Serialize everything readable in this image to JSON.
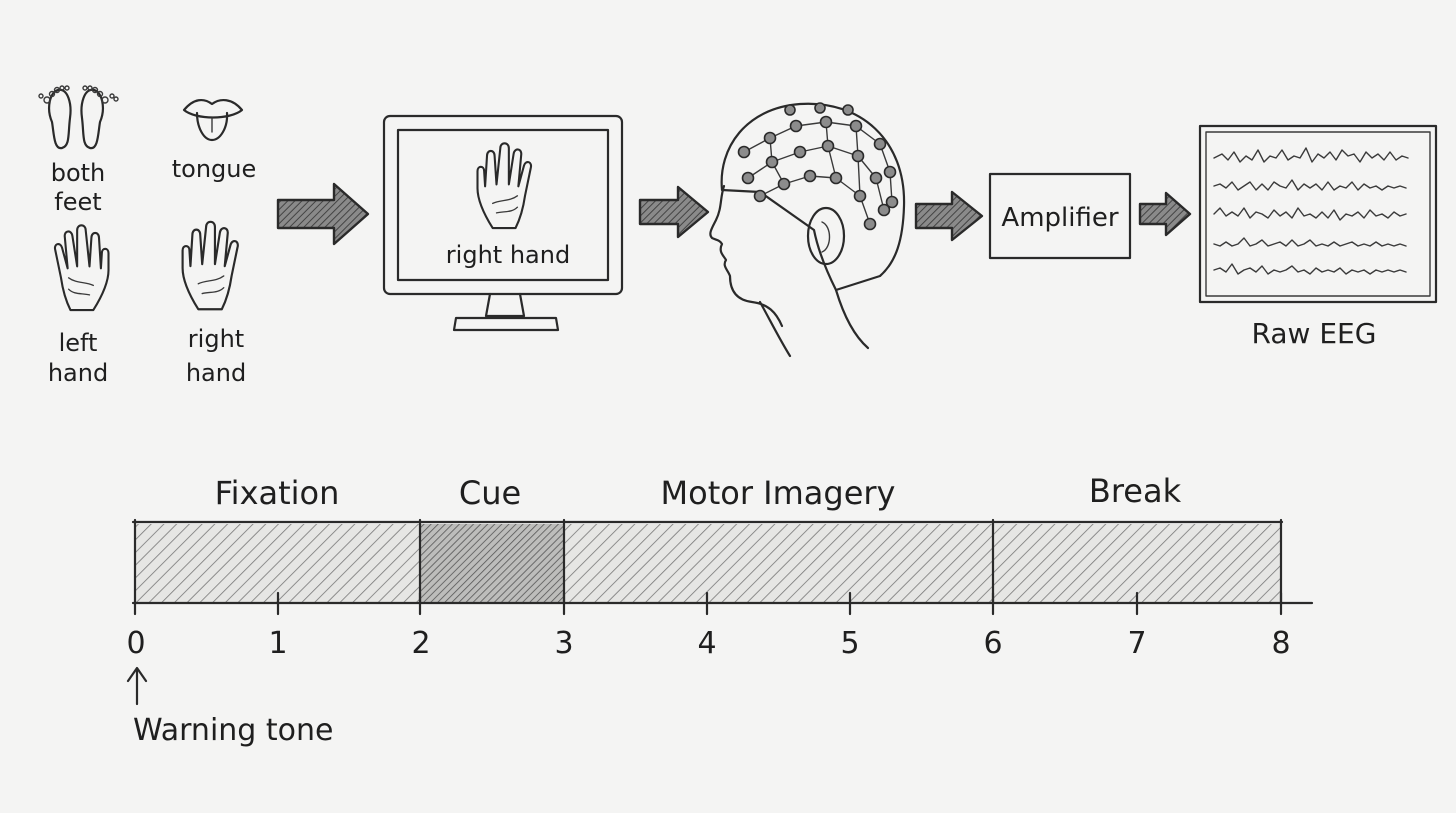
{
  "classes": {
    "both_feet": [
      "both",
      "feet"
    ],
    "tongue": "tongue",
    "left_hand": [
      "left",
      "hand"
    ],
    "right_hand": [
      "right",
      "hand"
    ]
  },
  "monitor": {
    "cue_label": "right hand"
  },
  "amplifier": {
    "label": "Amplifier"
  },
  "eeg": {
    "label": "Raw EEG"
  },
  "timeline": {
    "phases": [
      "Fixation",
      "Cue",
      "Motor Imagery",
      "Break"
    ],
    "ticks": [
      "0",
      "1",
      "2",
      "3",
      "4",
      "5",
      "6",
      "7",
      "8"
    ],
    "annotation": "Warning tone"
  }
}
